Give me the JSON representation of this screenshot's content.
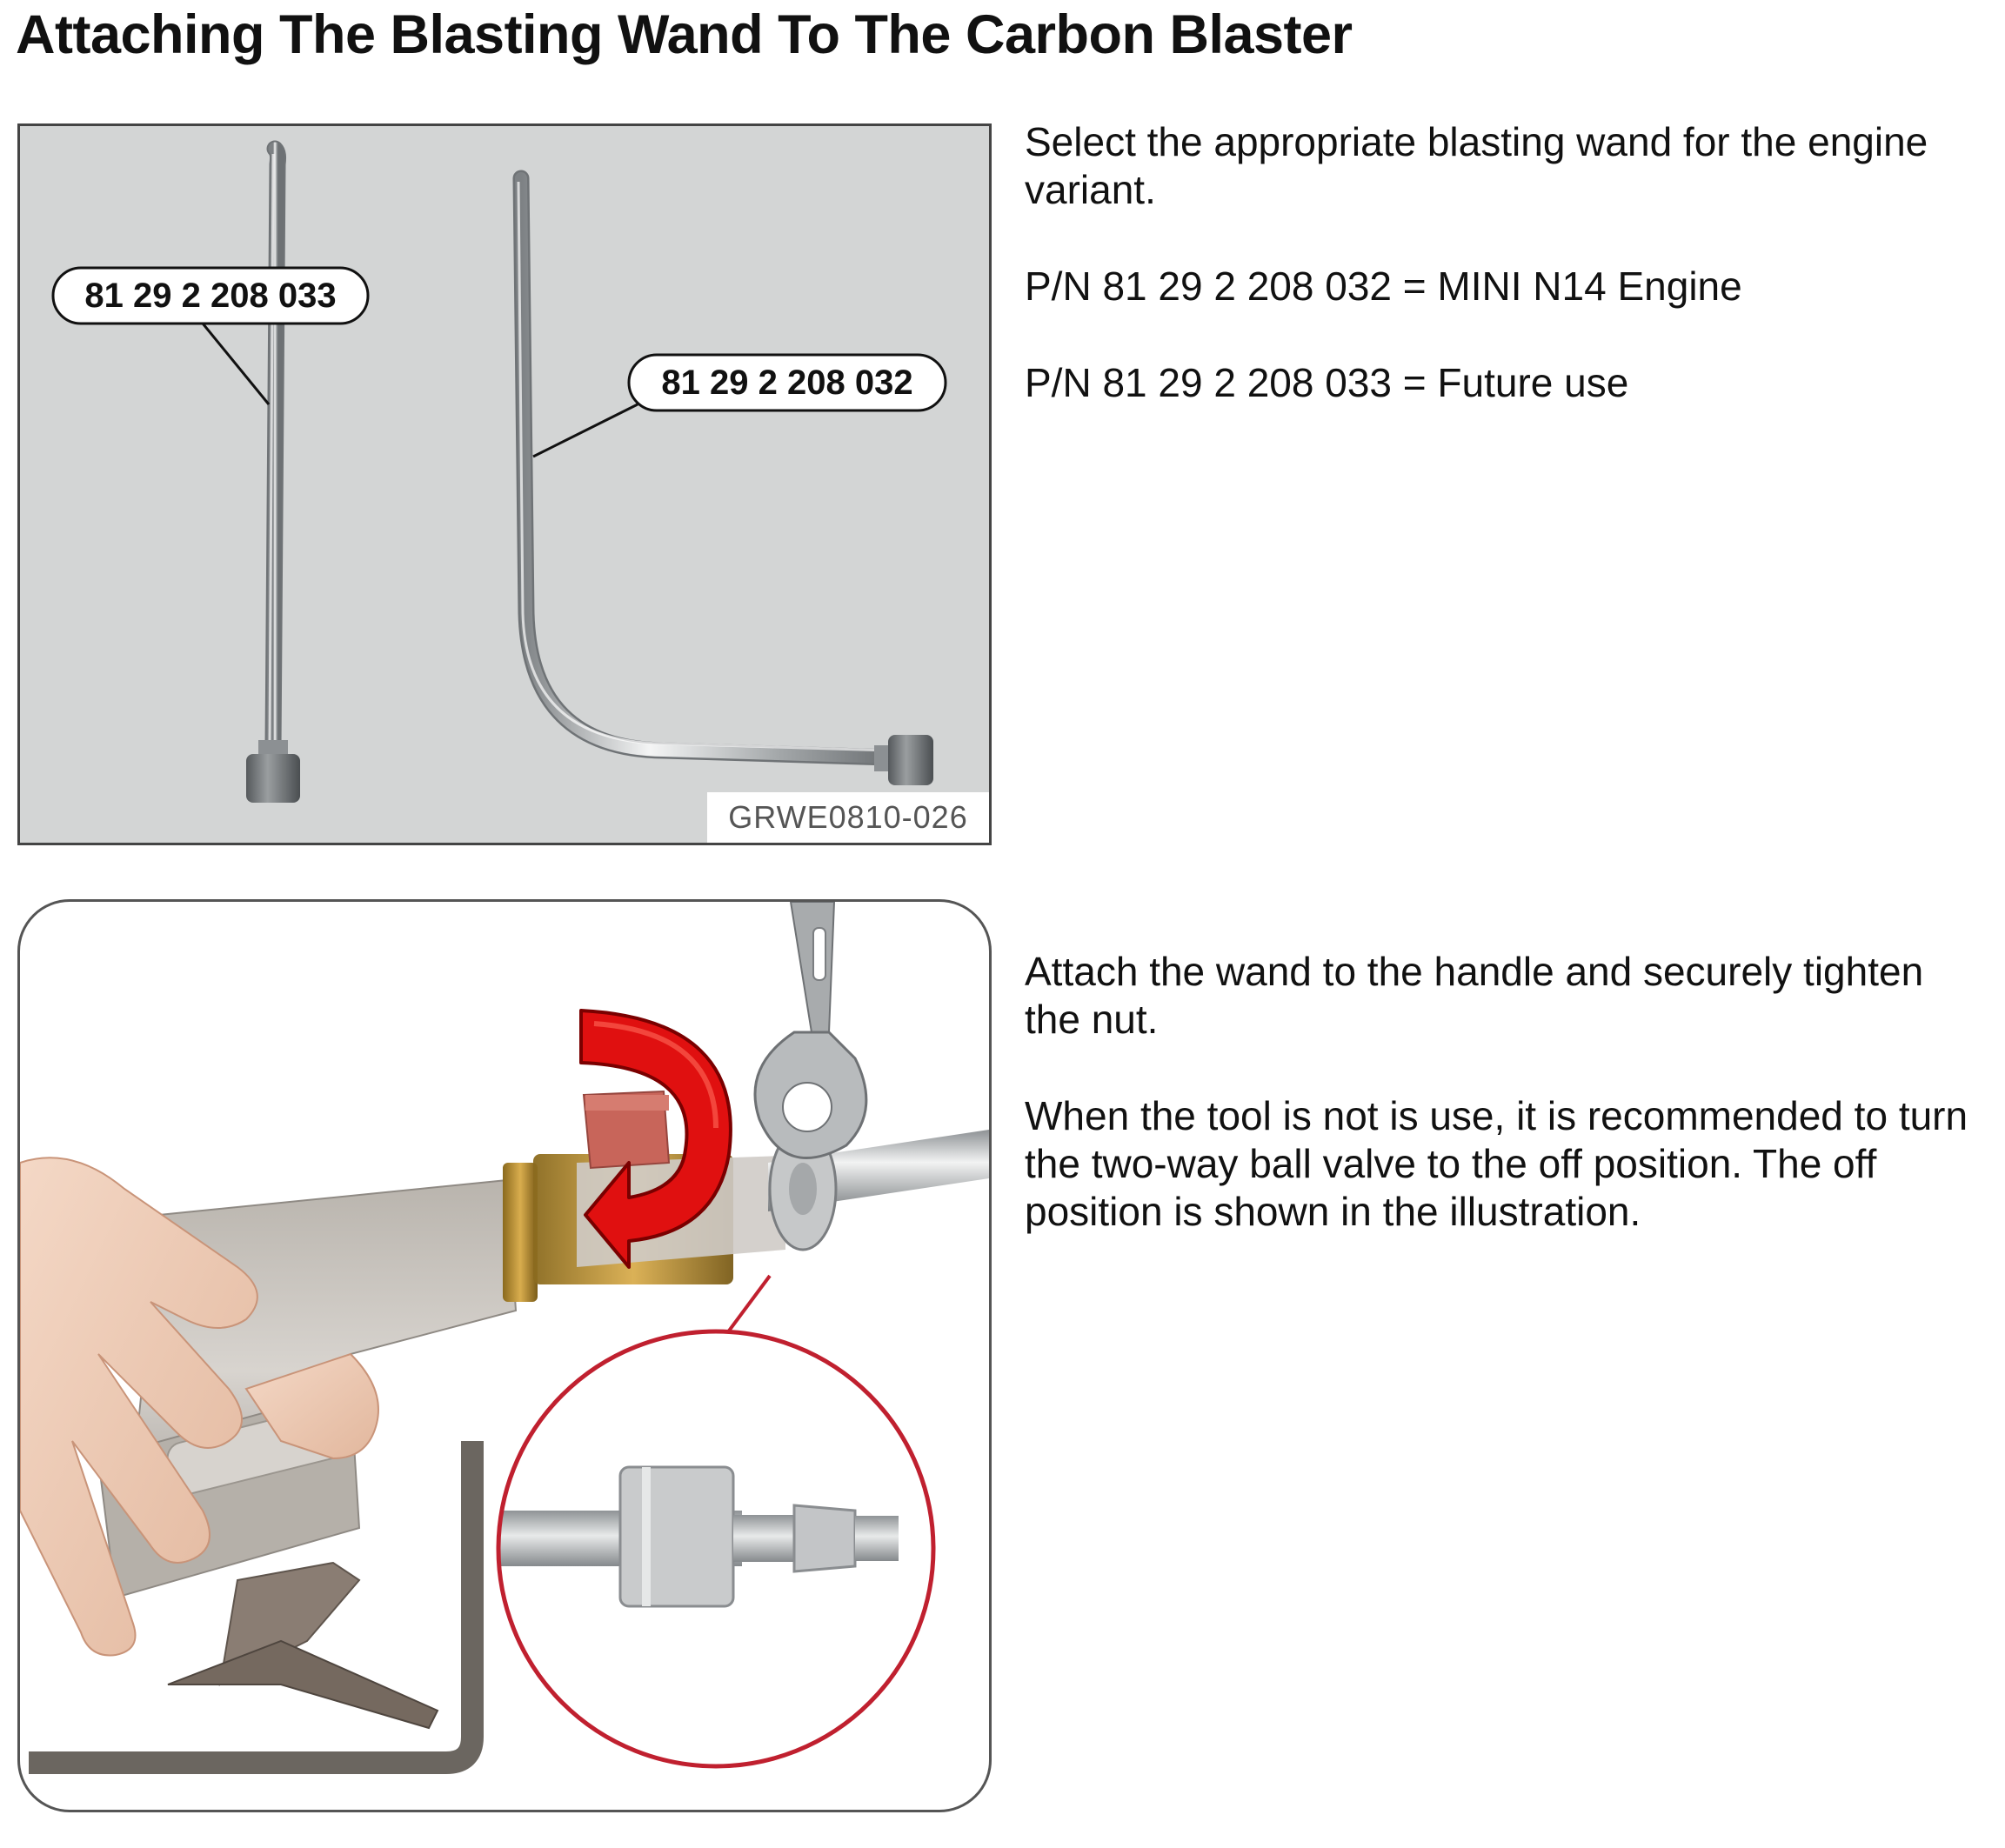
{
  "page": {
    "title": "Attaching The Blasting Wand To The Carbon Blaster"
  },
  "figure1": {
    "callout_left": "81 29 2 208 033",
    "callout_right": "81 29 2 208 032",
    "figure_code": "GRWE0810-026"
  },
  "section1": {
    "intro": "Select the appropriate blasting wand for the engine variant.",
    "part_a": "P/N 81 29 2 208 032 = MINI N14 Engine",
    "part_b": "P/N 81 29 2 208 033 = Future use"
  },
  "section2": {
    "step": "Attach the wand to the handle and securely tighten the nut.",
    "note": "When the tool is not is use, it is recommended to turn the two-way ball valve to the off position. The off position is shown in the illustration."
  },
  "colors": {
    "figure_background": "#d3d5d5",
    "arrow_red": "#e01010",
    "callout_circle": "#c0202f",
    "valve_handle": "#c8655a"
  },
  "icons": {
    "rotation_arrow": "curved-arrow-icon",
    "detail_magnifier": "zoom-circle"
  }
}
